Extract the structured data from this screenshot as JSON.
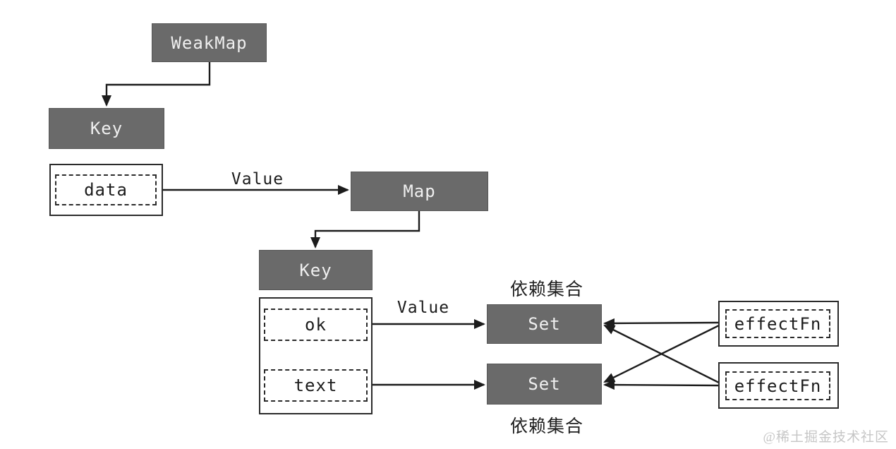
{
  "diagram": {
    "nodes": {
      "weakmap": "WeakMap",
      "key_outer": "Key",
      "data_item": "data",
      "map": "Map",
      "key_inner": "Key",
      "ok_item": "ok",
      "text_item": "text",
      "set_top": "Set",
      "set_bottom": "Set",
      "effectfn_top": "effectFn",
      "effectfn_bottom": "effectFn"
    },
    "edge_labels": {
      "value_to_map": "Value",
      "value_to_set": "Value"
    },
    "annotations": {
      "deps_top": "依赖集合",
      "deps_bottom": "依赖集合"
    },
    "watermark": "@稀土掘金技术社区",
    "colors": {
      "node_fill": "#6a6a6a",
      "node_text": "#efefef",
      "line": "#1c1c1c",
      "frame_border": "#2b2b2b",
      "watermark": "#c6c6c6",
      "background": "#ffffff"
    }
  }
}
